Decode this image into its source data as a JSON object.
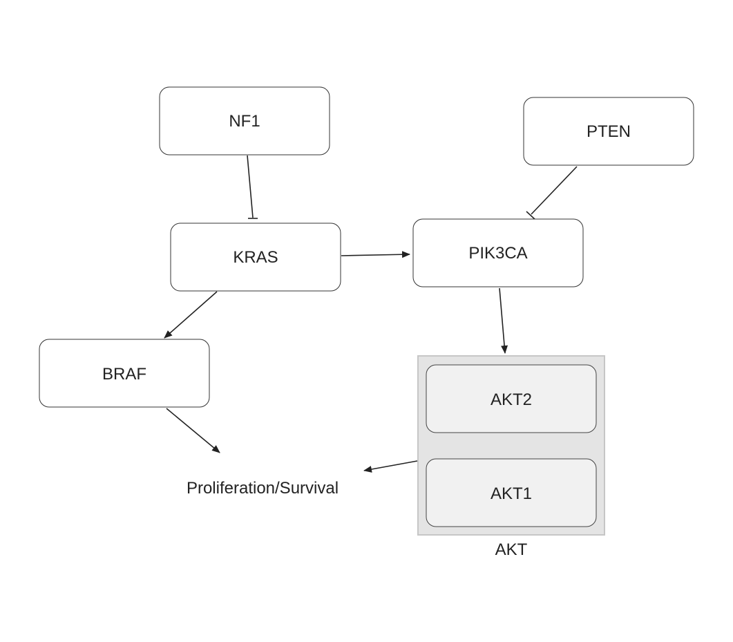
{
  "diagram": {
    "nodes": {
      "nf1": {
        "label": "NF1"
      },
      "kras": {
        "label": "KRAS"
      },
      "braf": {
        "label": "BRAF"
      },
      "pten": {
        "label": "PTEN"
      },
      "pik3ca": {
        "label": "PIK3CA"
      },
      "akt2": {
        "label": "AKT2"
      },
      "akt1": {
        "label": "AKT1"
      }
    },
    "group": {
      "label": "AKT",
      "members": [
        "AKT2",
        "AKT1"
      ]
    },
    "outcome": {
      "label": "Proliferation/Survival"
    },
    "edges": [
      {
        "from": "NF1",
        "to": "KRAS",
        "type": "inhibition"
      },
      {
        "from": "PTEN",
        "to": "PIK3CA",
        "type": "inhibition"
      },
      {
        "from": "KRAS",
        "to": "PIK3CA",
        "type": "activation"
      },
      {
        "from": "KRAS",
        "to": "BRAF",
        "type": "activation"
      },
      {
        "from": "PIK3CA",
        "to": "AKT",
        "type": "activation"
      },
      {
        "from": "BRAF",
        "to": "Proliferation/Survival",
        "type": "activation"
      },
      {
        "from": "AKT",
        "to": "Proliferation/Survival",
        "type": "activation"
      }
    ]
  }
}
